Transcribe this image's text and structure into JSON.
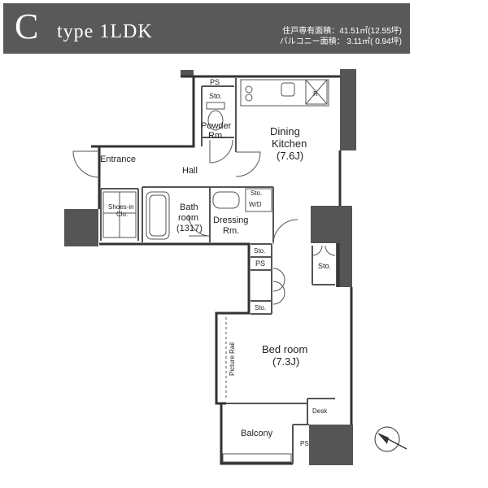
{
  "header": {
    "type_letter": "C",
    "type_name": "type 1LDK",
    "area_lines": [
      "住戸専有面積：41.51㎡(12.55坪)",
      "バルコニー面積： 3.11㎡( 0.94坪)"
    ]
  },
  "rooms": {
    "ps_top": "PS",
    "sto_powder": "Sto.",
    "powder_rm": [
      "Powder",
      "Rm."
    ],
    "dining_kitchen": [
      "Dining",
      "Kitchen",
      "(7.6J)"
    ],
    "entrance": "Entrance",
    "hall": "Hall",
    "shoes_in_clo": [
      "Shoes-in",
      "Clo."
    ],
    "bath_room": [
      "Bath",
      "room",
      "(1317)"
    ],
    "sto_wd": "Sto.",
    "wd": "W/D",
    "dressing_rm": [
      "Dressing",
      "Rm."
    ],
    "sto_small": "Sto.",
    "ps_mid": "PS",
    "sto_right": "Sto.",
    "sto_lower": "Sto.",
    "bed_room": [
      "Bed room",
      "(7.3J)"
    ],
    "picture_rail": "Picture Rail",
    "desk": "Desk",
    "balcony": "Balcony",
    "ps_bottom": "PS",
    "fridge": "R"
  },
  "colors": {
    "header_bg": "#595959",
    "wall": "#555555",
    "line": "#333333",
    "text": "#222222"
  },
  "icons": [
    "compass-north-icon"
  ]
}
